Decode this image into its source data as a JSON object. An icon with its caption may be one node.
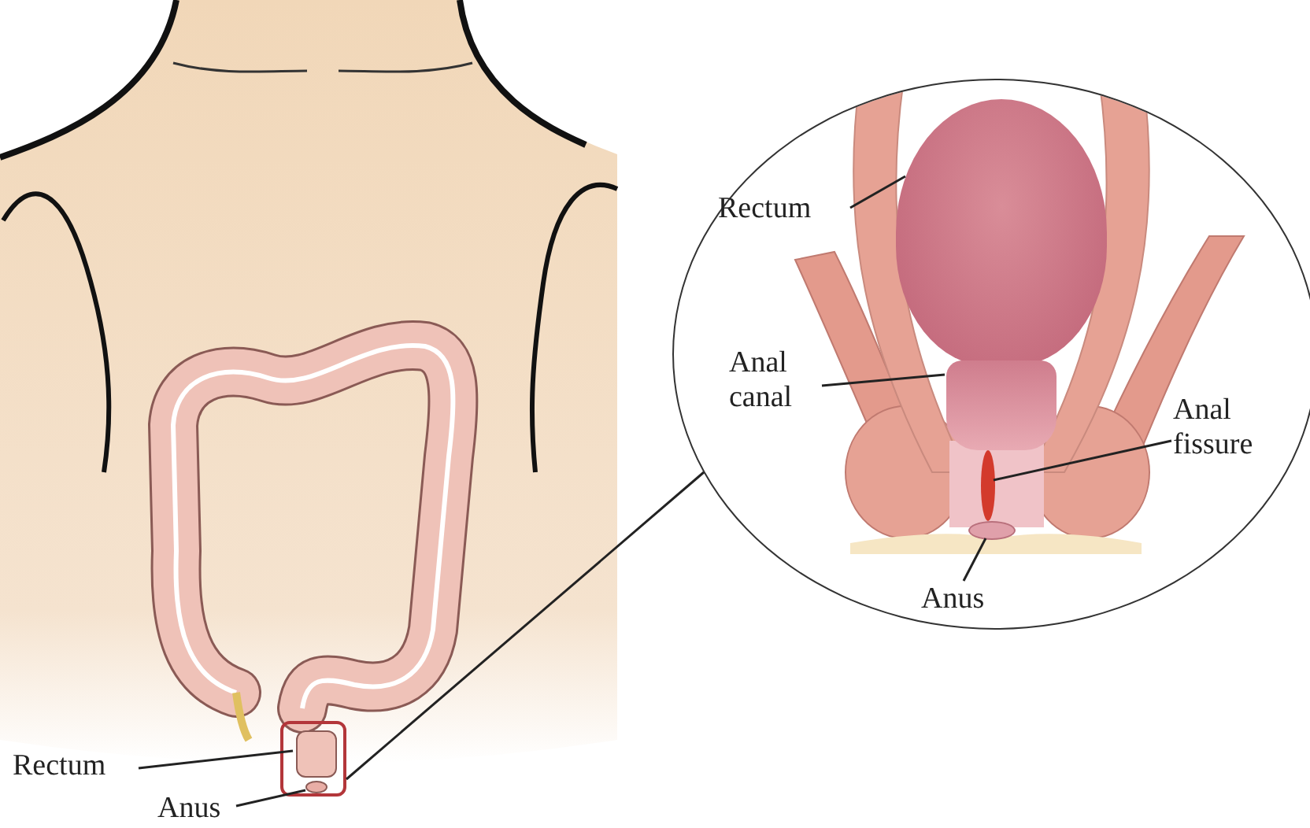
{
  "diagram": {
    "nodes": [
      {
        "text": [],
        "shape": "box"
      },
      {
        "text": [],
        "shape": "circle"
      },
      {
        "text": [
          "Rectum"
        ]
      },
      {
        "text": [
          "Anus"
        ]
      },
      {
        "text": [],
        "shape": "box",
        "in": 0
      },
      {
        "text": [],
        "shape": "circle",
        "in": 0
      },
      {
        "text": [
          "Rectum"
        ],
        "in": 1
      },
      {
        "text": [
          "Anal canal"
        ],
        "in": 1
      },
      {
        "text": [
          "Anal fissure"
        ],
        "in": 1
      },
      {
        "text": [
          "Anus"
        ],
        "in": 1
      },
      {
        "text": [],
        "shape": "picture",
        "in": 1
      },
      {
        "text": [],
        "shape": "picture",
        "in": 1
      },
      {
        "text": [],
        "shape": "circle",
        "in": 1
      },
      {
        "text": [],
        "shape": "circle",
        "in": 1
      }
    ],
    "edges": [
      {
        "from": 0,
        "to": 1,
        "arrow": "none"
      },
      {
        "from": 2,
        "to": 4,
        "arrow": "none"
      },
      {
        "from": 3,
        "to": 5,
        "arrow": "none"
      },
      {
        "from": 6,
        "to": 10,
        "arrow": "none"
      },
      {
        "from": 7,
        "to": 11,
        "arrow": "none"
      },
      {
        "from": 8,
        "to": 12,
        "arrow": "none"
      },
      {
        "from": 9,
        "to": 13,
        "arrow": "none"
      }
    ]
  }
}
